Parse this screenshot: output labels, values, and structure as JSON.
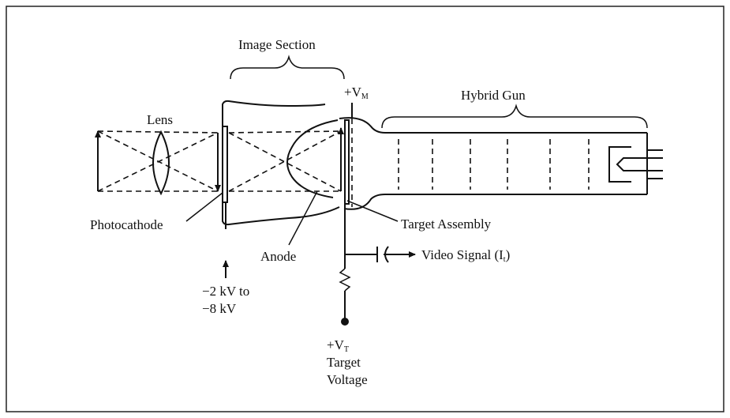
{
  "labels": {
    "image_section": "Image Section",
    "vm_prefix": "+V",
    "vm_sub": "M",
    "hybrid_gun": "Hybrid Gun",
    "lens": "Lens",
    "photocathode": "Photocathode",
    "target_assembly": "Target Assembly",
    "anode": "Anode",
    "video_signal_prefix": "Video Signal (I",
    "video_signal_sub": "t",
    "video_signal_suffix": ")",
    "cathode_voltage_line1": "−2 kV to",
    "cathode_voltage_line2": "−8 kV",
    "vt_prefix": "+V",
    "vt_sub": "T",
    "target_word": "Target",
    "voltage_word": "Voltage"
  }
}
